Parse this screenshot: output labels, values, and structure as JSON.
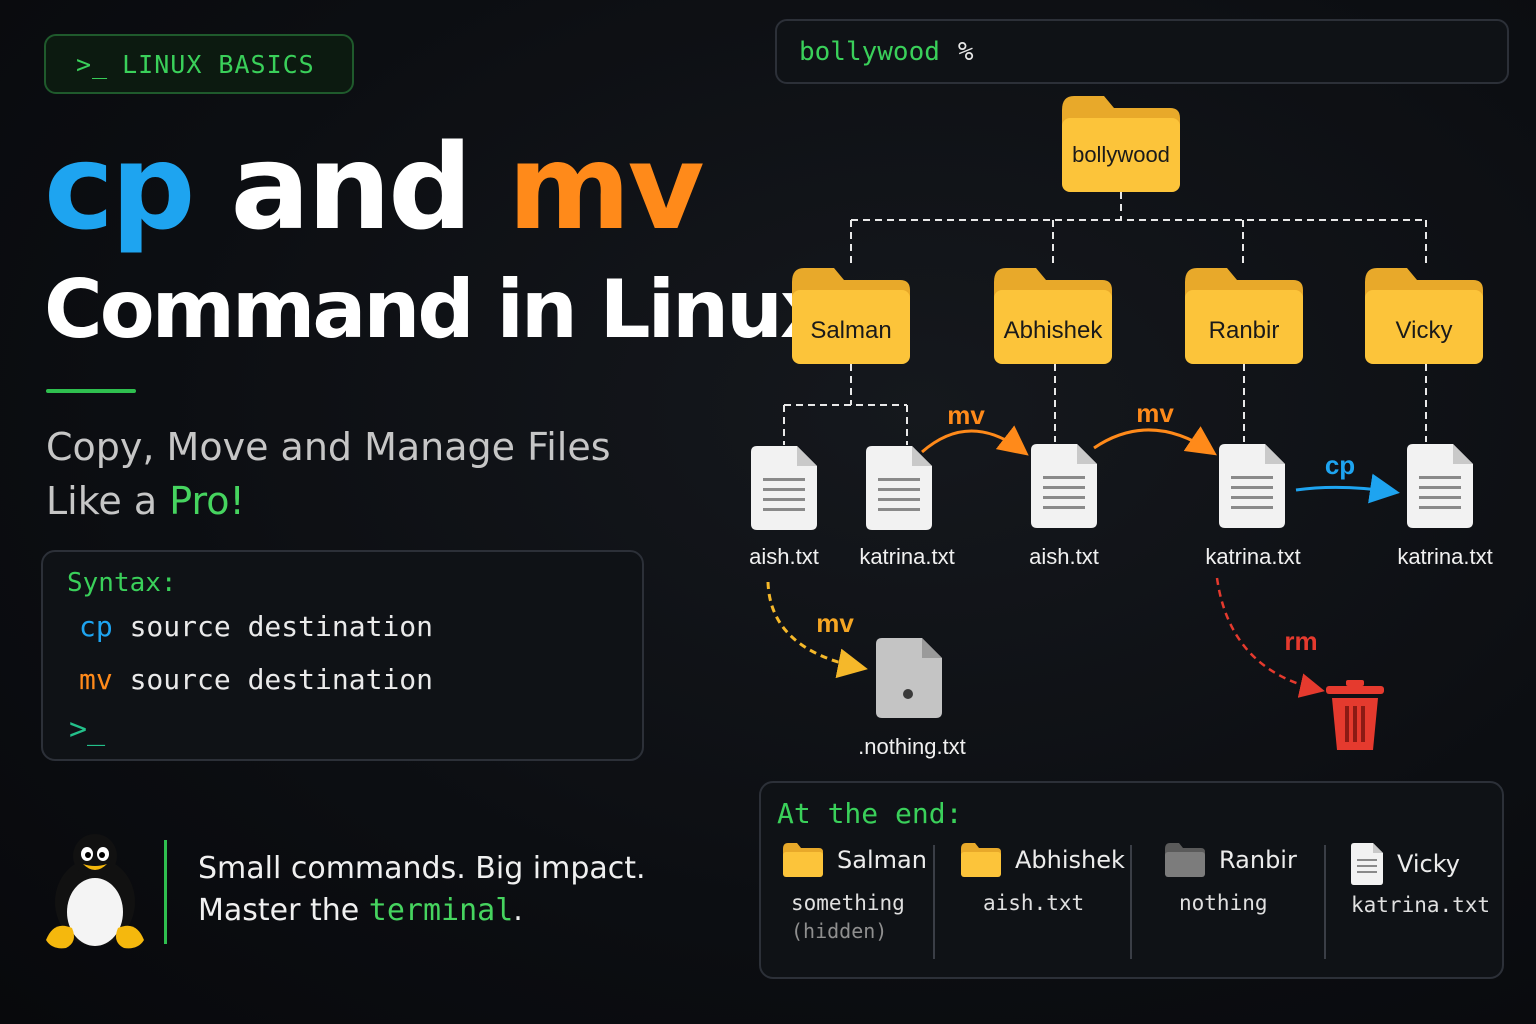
{
  "badge": {
    "prompt": ">_",
    "label": "LINUX BASICS"
  },
  "title": {
    "cp": "cp",
    "and": "and",
    "mv": "mv",
    "line2": "Command in Linux"
  },
  "subtitle": {
    "line1": "Copy, Move and Manage Files",
    "line2_prefix": "Like a ",
    "line2_highlight": "Pro!"
  },
  "syntax": {
    "label": "Syntax:",
    "lines": [
      {
        "cmd": "cp",
        "args": " source destination"
      },
      {
        "cmd": "mv",
        "args": " source destination"
      }
    ],
    "prompt": ">_"
  },
  "tagline": {
    "line1": "Small commands. Big impact.",
    "line2_prefix": "Master the ",
    "line2_highlight": "terminal",
    "line2_suffix": "."
  },
  "terminal": {
    "dir": "bollywood",
    "symbol": "%"
  },
  "tree": {
    "root": "bollywood",
    "folders": [
      "Salman",
      "Abhishek",
      "Ranbir",
      "Vicky"
    ],
    "files": {
      "f1": "aish.txt",
      "f2": "katrina.txt",
      "f3": "aish.txt",
      "f4": "katrina.txt",
      "f5": "katrina.txt",
      "hidden": ".nothing.txt"
    },
    "ops": {
      "mv1": "mv",
      "mv2": "mv",
      "cp": "cp",
      "mv3": "mv",
      "rm": "rm"
    }
  },
  "end": {
    "label": "At the end:",
    "cols": [
      {
        "name": "Salman",
        "content": "something",
        "note": "(hidden)"
      },
      {
        "name": "Abhishek",
        "content": "aish.txt"
      },
      {
        "name": "Ranbir",
        "content": "nothing"
      },
      {
        "name": "Vicky",
        "content": "katrina.txt"
      }
    ]
  },
  "colors": {
    "green": "#3ad05a",
    "blue": "#1ea4f0",
    "orange": "#ff8a1a",
    "yellow_folder": "#fcc43a",
    "red": "#e53a2e"
  },
  "icons": [
    "terminal-prompt-icon",
    "folder-icon",
    "file-icon",
    "trash-icon",
    "penguin-icon"
  ]
}
